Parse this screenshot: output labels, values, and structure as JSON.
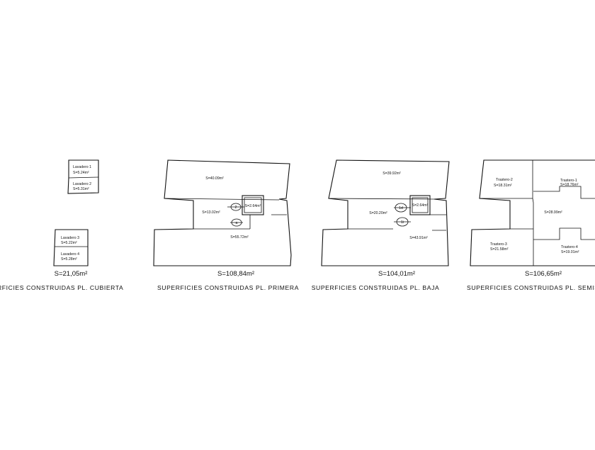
{
  "plans": [
    {
      "id": "cubierta",
      "title": "SUPERFICIES  CONSTRUIDAS  PL.  CUBIERTA",
      "title_visible": "RFICIES  CONSTRUIDAS  PL.  CUBIERTA",
      "total": "S=21,05m²",
      "rooms": [
        {
          "name": "Lavadero 1",
          "area": "S=5.24m²"
        },
        {
          "name": "Lavadero 2",
          "area": "S=5.31m²"
        },
        {
          "name": "Lavadero 3",
          "area": "S=5.22m²"
        },
        {
          "name": "Lavadero 4",
          "area": "S=5.28m²"
        }
      ]
    },
    {
      "id": "primera",
      "title": "SUPERFICIES  CONSTRUIDAS  PL.  PRIMERA",
      "total": "S=108,84m²",
      "rooms": [
        {
          "area": "S=40.09m²"
        },
        {
          "area": "S=13.02m²"
        },
        {
          "area": "S=2.64m²"
        },
        {
          "area": "S=55.72m²"
        }
      ],
      "markers": [
        "2",
        "a"
      ]
    },
    {
      "id": "baja",
      "title": "SUPERFICIES  CONSTRUIDAS  PL.  BAJA",
      "total": "S=104,01m²",
      "rooms": [
        {
          "area": "S=39.92m²"
        },
        {
          "area": "S=20.20m²"
        },
        {
          "area": "S=2.64m²"
        },
        {
          "area": "S=43.91m²"
        }
      ],
      "markers": [
        "1d",
        "1i"
      ]
    },
    {
      "id": "semisotano",
      "title": "SUPERFICIES  CONSTRUIDAS  PL.  SEMISOTANO",
      "total": "S=106,65m²",
      "rooms": [
        {
          "name": "Trastero-2",
          "area": "S=18.31m²"
        },
        {
          "name": "Trastero-1",
          "area": "S=18.76m²"
        },
        {
          "area": "S=28.99m²"
        },
        {
          "name": "Trastero-3",
          "area": "S=21.58m²"
        },
        {
          "name": "Trastero-4",
          "area": "S=19.01m²"
        }
      ]
    }
  ]
}
